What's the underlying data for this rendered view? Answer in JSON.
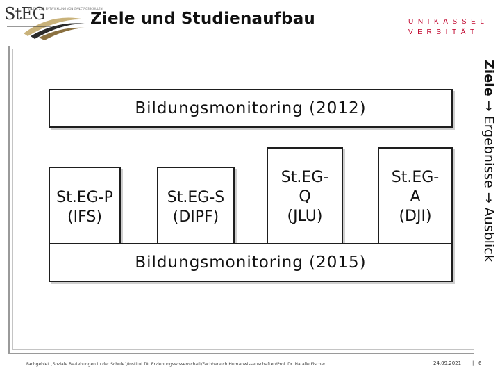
{
  "header": {
    "logo_text": "StEG",
    "logo_tagline": "STUDIE ZUR ENTWICKLUNG VON GANZTAGSSCHULEN",
    "title": "Ziele und Studienaufbau",
    "uni_line1": "UNIKASSEL",
    "uni_line2": "VERSITÄT"
  },
  "diagram": {
    "top_box": "Bildungsmonitoring (2012)",
    "bottom_box": "Bildungsmonitoring (2015)",
    "studies": [
      {
        "line1": "St.EG-P",
        "line2": "(IFS)"
      },
      {
        "line1": "St.EG-S",
        "line2": "(DIPF)"
      },
      {
        "line1": "St.EG-",
        "line2": "Q",
        "line3": "(JLU)"
      },
      {
        "line1": "St.EG-",
        "line2": "A",
        "line3": "(DJI)"
      }
    ]
  },
  "side_nav": {
    "active": "Ziele",
    "rest": " → Ergebnisse → Ausblick"
  },
  "footer": {
    "text": "Fachgebiet „Soziale Beziehungen in der Schule“/Institut für Erziehungswissenschaft/Fachbereich Humanwissenschaften/Prof. Dr. Natalie Fischer",
    "date": "24.09.2021",
    "separator": "|",
    "page": "6"
  },
  "colors": {
    "accent": "#c0002a",
    "border": "#1e1e1e"
  }
}
